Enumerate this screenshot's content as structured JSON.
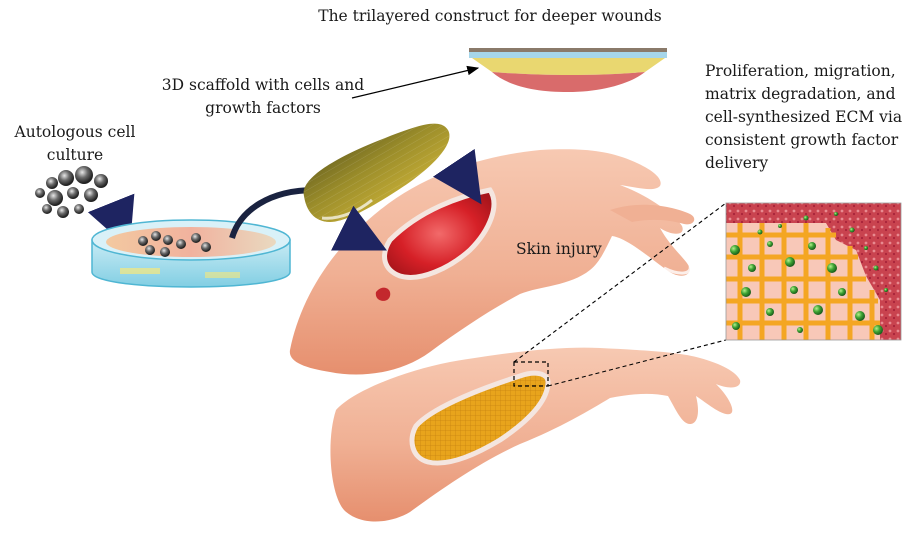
{
  "title": "The trilayered construct for deeper wounds",
  "labels": {
    "autologous_line1": "Autologous cell",
    "autologous_line2": "culture",
    "scaffold_line1": "3D scaffold with cells and",
    "scaffold_line2": "growth factors",
    "skin_injury": "Skin injury",
    "process_line1": "Proliferation, migration,",
    "process_line2": "matrix degradation, and",
    "process_line3": "cell-synthesized ECM via",
    "process_line4": "consistent growth factor",
    "process_line5": "delivery"
  },
  "colors": {
    "skin": "#f2b79a",
    "skin_dark": "#e59a7a",
    "wound_red": "#d9262b",
    "scaffold_yellow": "#c9a52b",
    "scaffold_olive": "#6d6a2a",
    "implant_orange": "#e8a41c",
    "dish_blue": "#8fd3e6",
    "arrow_blue": "#3a3f8f",
    "bead_green": "#3fa535",
    "grid_orange": "#f4a623",
    "tissue_red": "#c9434f"
  }
}
